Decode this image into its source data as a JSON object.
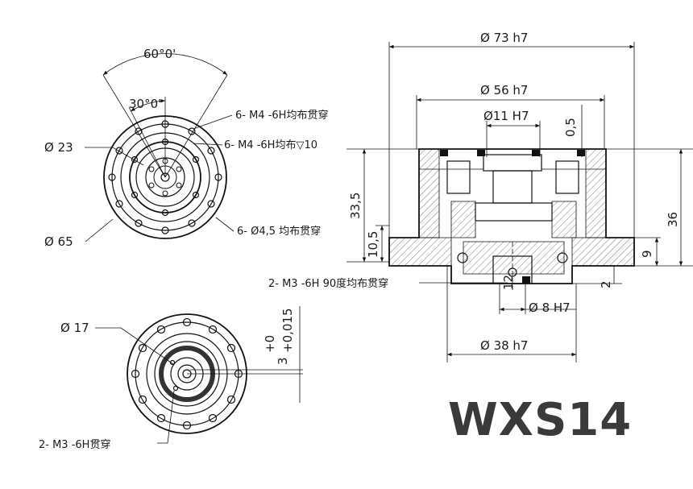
{
  "model_title": "WXS14",
  "front_view": {
    "angle_outer": "60°0'",
    "angle_inner": "30°0'",
    "dia_23": "Ø 23",
    "dia_65": "Ø 65",
    "note_m4_through": "6- M4 -6H均布贯穿",
    "note_m4_depth": "6- M4 -6H均布▽10",
    "note_hole": "6- Ø4,5 均布贯穿"
  },
  "rear_view": {
    "dia_17": "Ø 17",
    "note_m3": "2- M3 -6H贯穿",
    "keyway_width": "3",
    "tol_upper": "+0,015",
    "tol_lower": "+0"
  },
  "section_view": {
    "dia_73": "Ø 73 h7",
    "dia_56": "Ø 56 h7",
    "dia_11": "Ø11 H7",
    "dim_05": "0,5",
    "dim_335": "33,5",
    "dim_105": "10,5",
    "dim_36": "36",
    "dim_9": "9",
    "dim_2": "2",
    "dim_12": "12",
    "dia_8": "Ø 8 H7",
    "dia_38": "Ø 38 h7",
    "note_m3_90": "2- M3 -6H 90度均布贯穿"
  }
}
